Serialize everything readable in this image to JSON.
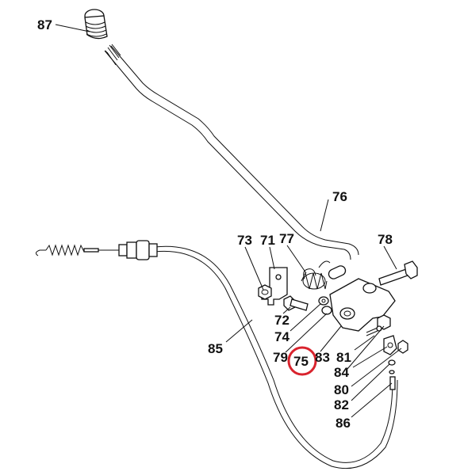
{
  "diagram": {
    "highlight_color": "#d9232d",
    "line_color": "#111111",
    "labels": {
      "p87": "87",
      "p76": "76",
      "p73": "73",
      "p71": "71",
      "p77": "77",
      "p78": "78",
      "p72": "72",
      "p74": "74",
      "p85": "85",
      "p79": "79",
      "p75": "75",
      "p83": "83",
      "p81": "81",
      "p84": "84",
      "p80": "80",
      "p82": "82",
      "p86": "86"
    }
  }
}
